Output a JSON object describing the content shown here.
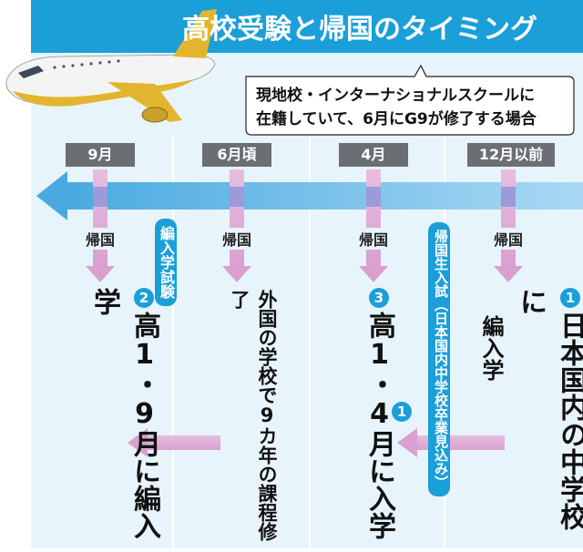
{
  "title": "高校受験と帰国のタイミング",
  "subtitle_line1": "現地校・インターナショナルスクールに",
  "subtitle_line2": "在籍していて、6月にG9が修了する場合",
  "months": [
    "9月",
    "6月頃",
    "4月",
    "12月以前"
  ],
  "return_label": "帰国",
  "transfer_exam": "編入学試験",
  "returnee_exam": "帰国生入試（日本国内中学校卒業見込み）",
  "option2": {
    "num": "2",
    "text": "高1・9月に編入学"
  },
  "foreign_school": "外国の学校で9カ年の課程修了",
  "option3": {
    "num": "3",
    "text": "高1・4月に入学"
  },
  "option1": {
    "num": "1",
    "text_line1": "日本国内の中学校に",
    "text_line2": "編入学"
  },
  "option1_arrow_num": "1",
  "colors": {
    "accent": "#1a9fd9",
    "panel": "#e8f4fb",
    "month_box": "#6b6f74",
    "arrow_pink": "#d9a0cf",
    "timeline": "#6fbde8"
  }
}
